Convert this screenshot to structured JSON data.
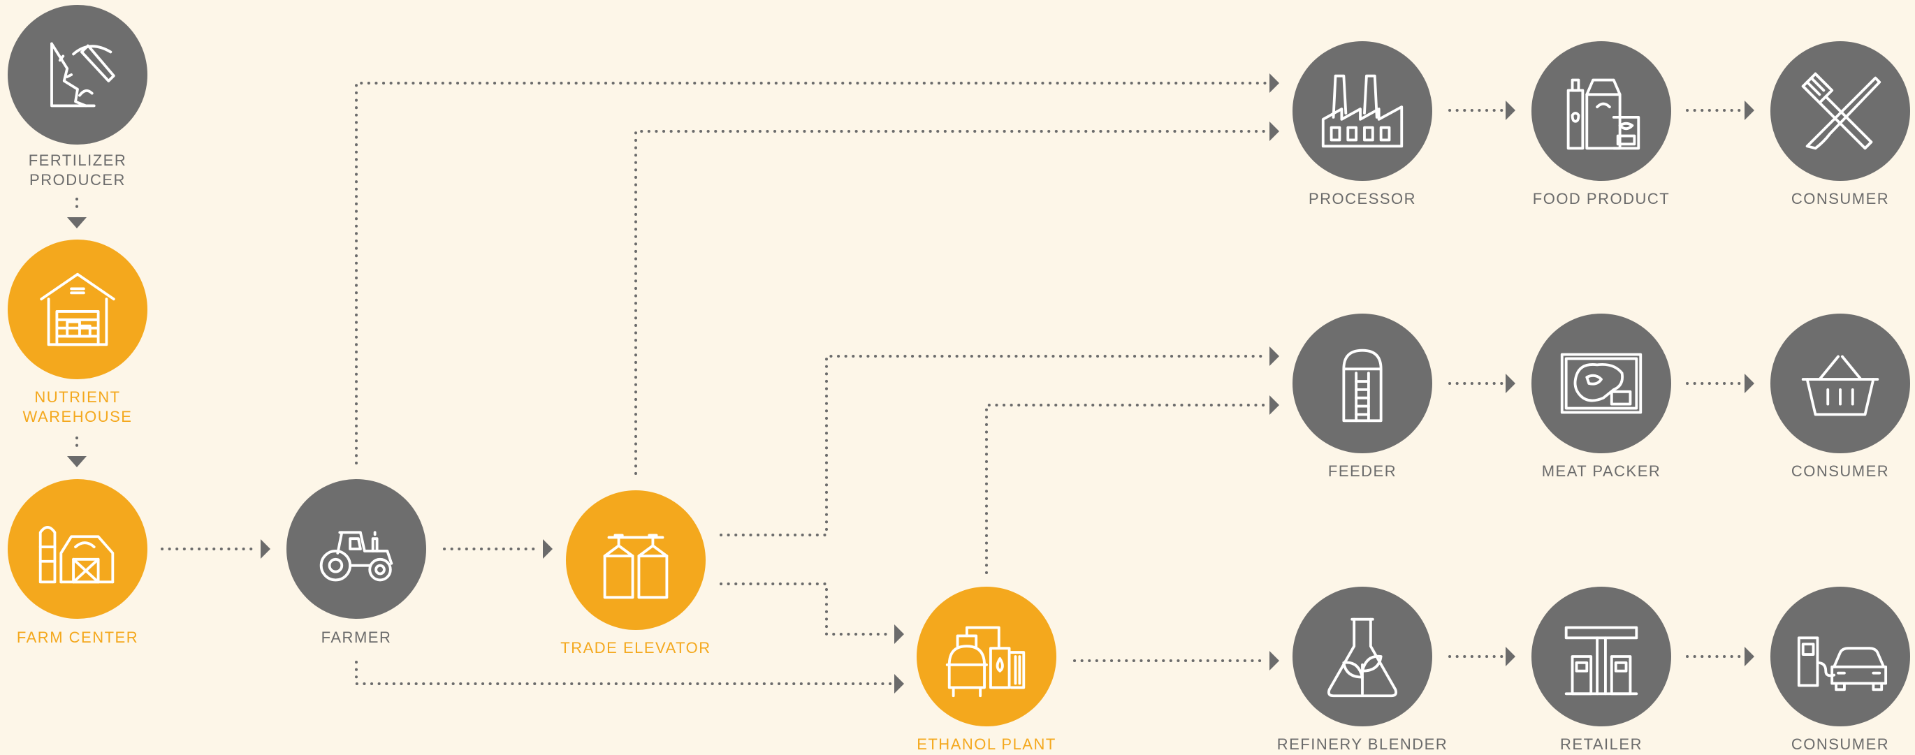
{
  "colors": {
    "background": "#fdf6e8",
    "gray": "#6e6e6e",
    "orange": "#f4a81d",
    "connector": "#6b6b6b"
  },
  "nodes": {
    "fertilizer_producer": {
      "label": "FERTILIZER\nPRODUCER",
      "color": "gray",
      "icon": "mining-pickaxe-icon"
    },
    "nutrient_warehouse": {
      "label": "NUTRIENT\nWAREHOUSE",
      "color": "orange",
      "icon": "warehouse-icon"
    },
    "farm_center": {
      "label": "FARM CENTER",
      "color": "orange",
      "icon": "barn-silo-icon"
    },
    "farmer": {
      "label": "FARMER",
      "color": "gray",
      "icon": "tractor-icon"
    },
    "trade_elevator": {
      "label": "TRADE ELEVATOR",
      "color": "orange",
      "icon": "grain-bins-icon"
    },
    "ethanol_plant": {
      "label": "ETHANOL PLANT",
      "color": "orange",
      "icon": "refinery-tanks-icon"
    },
    "processor": {
      "label": "PROCESSOR",
      "color": "gray",
      "icon": "factory-icon"
    },
    "food_product": {
      "label": "FOOD PRODUCT",
      "color": "gray",
      "icon": "food-packages-icon"
    },
    "consumer_food": {
      "label": "CONSUMER",
      "color": "gray",
      "icon": "fork-knife-icon"
    },
    "feeder": {
      "label": "FEEDER",
      "color": "gray",
      "icon": "silo-ladder-icon"
    },
    "meat_packer": {
      "label": "MEAT PACKER",
      "color": "gray",
      "icon": "meat-tray-icon"
    },
    "consumer_meat": {
      "label": "CONSUMER",
      "color": "gray",
      "icon": "shopping-basket-icon"
    },
    "refinery_blender": {
      "label": "REFINERY BLENDER",
      "color": "gray",
      "icon": "flask-leaves-icon"
    },
    "retailer": {
      "label": "RETAILER",
      "color": "gray",
      "icon": "gas-station-icon"
    },
    "consumer_fuel": {
      "label": "CONSUMER",
      "color": "gray",
      "icon": "fuel-pump-car-icon"
    }
  },
  "edges": [
    {
      "from": "fertilizer_producer",
      "to": "nutrient_warehouse"
    },
    {
      "from": "nutrient_warehouse",
      "to": "farm_center"
    },
    {
      "from": "farm_center",
      "to": "farmer"
    },
    {
      "from": "farmer",
      "to": "trade_elevator"
    },
    {
      "from": "farmer",
      "to": "processor"
    },
    {
      "from": "farmer",
      "to": "ethanol_plant"
    },
    {
      "from": "trade_elevator",
      "to": "processor"
    },
    {
      "from": "trade_elevator",
      "to": "feeder"
    },
    {
      "from": "trade_elevator",
      "to": "ethanol_plant"
    },
    {
      "from": "ethanol_plant",
      "to": "feeder"
    },
    {
      "from": "ethanol_plant",
      "to": "refinery_blender"
    },
    {
      "from": "processor",
      "to": "food_product"
    },
    {
      "from": "food_product",
      "to": "consumer_food"
    },
    {
      "from": "feeder",
      "to": "meat_packer"
    },
    {
      "from": "meat_packer",
      "to": "consumer_meat"
    },
    {
      "from": "refinery_blender",
      "to": "retailer"
    },
    {
      "from": "retailer",
      "to": "consumer_fuel"
    }
  ]
}
